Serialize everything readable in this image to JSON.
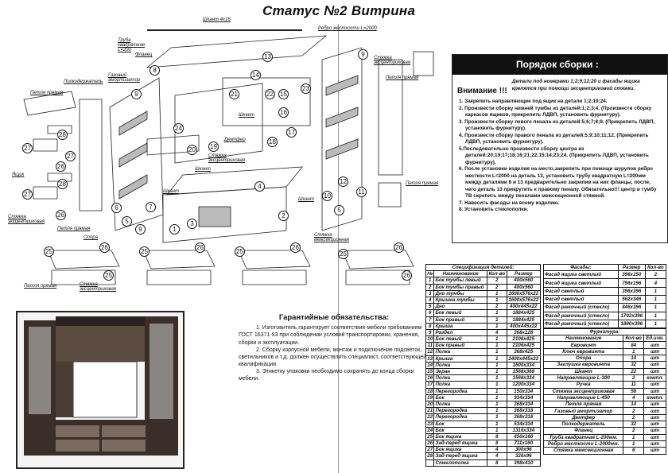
{
  "title": "Статус №2 Витрина",
  "diagram": {
    "labels": {
      "dowel_top": "Шкант 4x16",
      "rib": "Ребро жесткости L=2000",
      "tube": "Труба квадратная L=200",
      "flange": "Фланец",
      "shelf_holder": "Полкодержатель",
      "gas": "Газовый амортизатор",
      "hinge1": "Петля прямая",
      "hinge2": "Петля прямая",
      "hinge3": "Петля прямая",
      "hinge4": "Петля прямая",
      "hinge5": "Петля прямая",
      "drawer": "Ящик",
      "ecc1": "Стяжка эксцентриковая",
      "ecc2": "Стяжка эксцентриковая",
      "ecc3": "Стяжка эксцентриковая",
      "ecc4": "Стяжка эксцентриковая",
      "support": "Опора",
      "dowel1": "Шкант",
      "dowel2": "Шкант",
      "dowel3": "Шкант",
      "dowel4": "Шкант",
      "damper": "Демпфер",
      "intersection": "Стяжка межсекционная"
    },
    "numbers": [
      "13",
      "14",
      "21",
      "22",
      "15",
      "23",
      "16",
      "17",
      "18",
      "24",
      "20",
      "19",
      "4",
      "1",
      "2",
      "3",
      "5",
      "6",
      "7",
      "8",
      "9",
      "9",
      "10",
      "11",
      "12",
      "5",
      "9",
      "27",
      "28",
      "26",
      "27",
      "28",
      "26",
      "27",
      "25",
      "26",
      "25",
      "26",
      "25",
      "26",
      "25",
      "26",
      "25",
      "26"
    ]
  },
  "assembly": {
    "header": "Порядок сборки :",
    "attention_label": "Внимание !!!",
    "attention_text": "Детали под номерами 1;2;9;12;20 и фасады ящика крепятся при помощи эксцентриковой стяжки.",
    "steps": [
      "1. Закрепить направляющие под ящик на детали 1;2;19;24.",
      "2. Произвести сборку нижней тумбы из деталей:1;2;3;4. (Произвести сборку каркасов ящиков, прикрепить ЛДВП, установить фурнитуру).",
      "3. Произвести сборку левого пенала из деталей:5;6;7;8;9. (Прикрепить ЛДВП, установить фурнитуру).",
      "4. Произвести сборку правого пенала из деталей:5;9;10;11;12. (Прикрепить ЛДВП, установить фурнитуру).",
      "5.Последовательно произвести сборку центра из деталей:20;19;17;18;16;21;22;15;14;23;24. (Прикрепить ЛДВП, установить фурнитуру).",
      "6. После установки изделия на место,закрепить при помощи шурупов ребро жесткости L=2000 на деталь 13, установить трубу квадратную L=200мм между деталями 8 и 13 предварительно закрепив на них фланцы, после, чего деталь 13 прикрутить к правому пеналу. Обязательно!!! центр и тумбу ТВ скрепить между пеналами межсекционной стяжкой.",
      "7. Навесить фасады на всему изделию.",
      "8. Установить стеклополки."
    ]
  },
  "spec": {
    "title": "Спецификация деталей:",
    "headers": [
      "№",
      "Наименование",
      "Кол-во",
      "Размер"
    ],
    "rows": [
      [
        "1",
        "Бок тумбы левый",
        "2",
        "400x560"
      ],
      [
        "2",
        "Бок тумбы правый",
        "2",
        "400x560"
      ],
      [
        "3",
        "Дно тумбы",
        "1",
        "1600x576x22"
      ],
      [
        "4",
        "Крышка тумбы",
        "1",
        "1600x576x22"
      ],
      [
        "5",
        "Дно",
        "2",
        "400x445x22"
      ],
      [
        "6",
        "Бок левый",
        "1",
        "1884x425"
      ],
      [
        "7",
        "Бок правый",
        "1",
        "1884x425"
      ],
      [
        "8",
        "Крыша",
        "1",
        "400x445x22"
      ],
      [
        "9",
        "Раздел",
        "4",
        "368x128"
      ],
      [
        "10",
        "Бок левый",
        "1",
        "2106x425"
      ],
      [
        "11",
        "Бок правый",
        "1",
        "2106x425"
      ],
      [
        "12",
        "Полка",
        "1",
        "368x425"
      ],
      [
        "13",
        "Крыша",
        "1",
        "2400x445x22"
      ],
      [
        "14",
        "Полка",
        "1",
        "1600x334"
      ],
      [
        "15",
        "Экран",
        "1",
        "1568x368"
      ],
      [
        "16",
        "Полка",
        "1",
        "1568x334"
      ],
      [
        "17",
        "Полка",
        "1",
        "1200x334"
      ],
      [
        "18",
        "Перегородка",
        "1",
        "150x334"
      ],
      [
        "19",
        "Бок",
        "1",
        "934x334"
      ],
      [
        "20",
        "Полка",
        "1",
        "368x334"
      ],
      [
        "21",
        "Перегородка",
        "1",
        "368x318"
      ],
      [
        "22",
        "Перегородка",
        "1",
        "368x318"
      ],
      [
        "23",
        "Бок",
        "1",
        "534x334"
      ],
      [
        "24",
        "Бок",
        "1",
        "1316x334"
      ],
      [
        "25",
        "Бок ящика",
        "8",
        "450x160"
      ],
      [
        "26",
        "Зад-перед ящика",
        "8",
        "711x160"
      ],
      [
        "27",
        "Бок ящика",
        "4",
        "300x96"
      ],
      [
        "28",
        "Зад-перед ящика",
        "4",
        "326x96"
      ],
      [
        "",
        "Стеклополка",
        "8",
        "398x410"
      ]
    ]
  },
  "facades": {
    "headers": [
      "Фасады:",
      "Размер",
      "Кол-во"
    ],
    "rows": [
      [
        "Фасад ящика светлый",
        "396x150",
        "2"
      ],
      [
        "Фасад ящика светлый",
        "796x196",
        "4"
      ],
      [
        "Фасад светлый",
        "396x396",
        "1"
      ],
      [
        "Фасад светлый",
        "562x346",
        "1"
      ],
      [
        "Фасад рамочный (стекло)",
        "846x396",
        "1"
      ],
      [
        "Фасад рамочный (стекло)",
        "1702x396",
        "1"
      ],
      [
        "Фасад рамочный (стекло)",
        "1880x396",
        "1"
      ]
    ]
  },
  "fittings": {
    "title": "Фурнитура:",
    "headers": [
      "Наименование",
      "Кол-во",
      "Ед.изм."
    ],
    "rows": [
      [
        "Евровинт",
        "84",
        "шт"
      ],
      [
        "Ключ евровинта",
        "1",
        "шт"
      ],
      [
        "Опора",
        "14",
        "шт"
      ],
      [
        "Заглушка евровинта",
        "32",
        "шт"
      ],
      [
        "Шкант",
        "22",
        "шт"
      ],
      [
        "Направляющие L-300",
        "2",
        "компл."
      ],
      [
        "Ручка",
        "11",
        "шт"
      ],
      [
        "Стяжка эксцентриковая",
        "56",
        "шт"
      ],
      [
        "Направляющие L-450",
        "4",
        "компл."
      ],
      [
        "Петля прямая",
        "14",
        "шт"
      ],
      [
        "Газовый амортизатор",
        "2",
        "шт"
      ],
      [
        "Демпфер",
        "2",
        "шт"
      ],
      [
        "Полкодержатель",
        "32",
        "шт"
      ],
      [
        "Фланец",
        "2",
        "шт"
      ],
      [
        "Труба квадратная L-200мм.",
        "1",
        "шт"
      ],
      [
        "Ребро жесткости L-2000мм.",
        "1",
        "шт"
      ],
      [
        "Стяжка межсекционная",
        "6",
        "шт"
      ]
    ]
  },
  "guarantee": {
    "title": "Гарантийные обязательства:",
    "paragraphs": [
      "1. Изготовитель гарантирует соответствие мебели требованиям ГОСТ 16371-93 при соблюдении условий транспортировки, хранения, сборки и эксплуатации.",
      "2. Сборку корпусной мебели, монтаж и подключение подсветок, светильников и т.д. должен осуществлять специалист, соответствующей квалификации.",
      "3. Этикетку упаковки необходимо сохранять до конца сборки мебели."
    ]
  }
}
